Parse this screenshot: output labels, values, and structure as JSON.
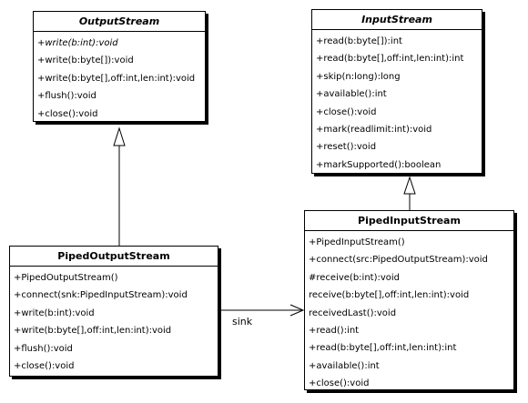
{
  "classes": {
    "output_stream": {
      "name": "OutputStream",
      "methods": [
        "+write(b:int):void",
        "+write(b:byte[]):void",
        "+write(b:byte[],off:int,len:int):void",
        "+flush():void",
        "+close():void"
      ]
    },
    "input_stream": {
      "name": "InputStream",
      "methods": [
        "+read(b:byte[]):int",
        "+read(b:byte[],off:int,len:int):int",
        "+skip(n:long):long",
        "+available():int",
        "+close():void",
        "+mark(readlimit:int):void",
        "+reset():void",
        "+markSupported():boolean"
      ]
    },
    "piped_output_stream": {
      "name": "PipedOutputStream",
      "methods": [
        "+PipedOutputStream()",
        "+connect(snk:PipedInputStream):void",
        "+write(b:int):void",
        "+write(b:byte[],off:int,len:int):void",
        "+flush():void",
        "+close():void"
      ]
    },
    "piped_input_stream": {
      "name": "PipedInputStream",
      "methods": [
        "+PipedInputStream()",
        "+connect(src:PipedOutputStream):void",
        "#receive(b:int):void",
        "receive(b:byte[],off:int,len:int):void",
        "receivedLast():void",
        "+read():int",
        "+read(b:byte[],off:int,len:int):int",
        "+available():int",
        "+close():void"
      ]
    }
  },
  "association": {
    "label": "sink"
  }
}
